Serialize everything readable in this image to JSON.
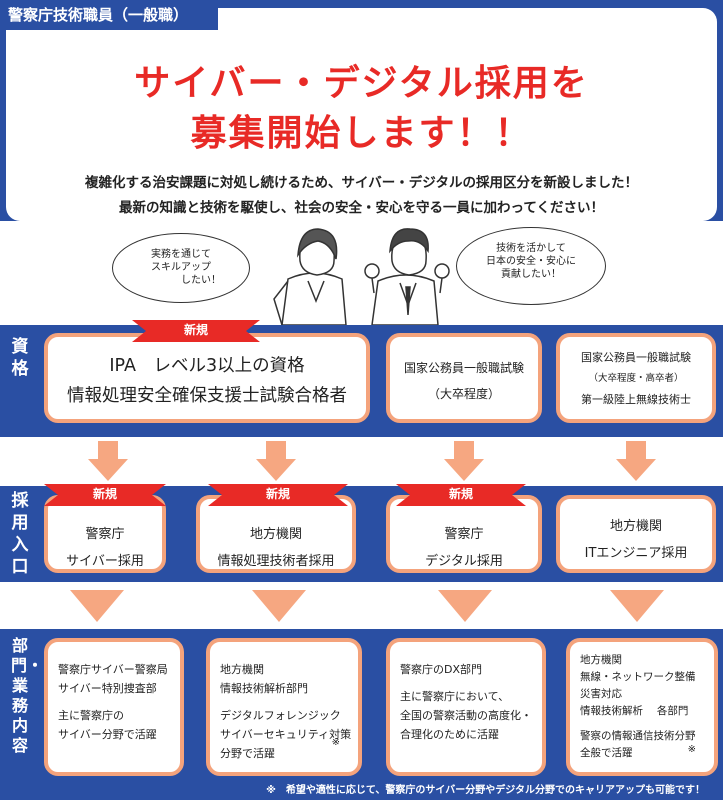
{
  "header": {
    "category_label": "警察庁技術職員（一般職）"
  },
  "hero": {
    "title_line1": "サイバー・デジタル採用を",
    "title_line2": "募集開始します！！",
    "sub_line1": "複雑化する治安課題に対処し続けるため、サイバー・デジタルの採用区分を新設しました！",
    "sub_line2": "最新の知識と技術を駆使し、社会の安全・安心を守る一員に加わってください！",
    "title_color": "#e82a26"
  },
  "bubbles": {
    "left": [
      "実務を通じて",
      "スキルアップ",
      "したい！"
    ],
    "right": [
      "技術を活かして",
      "日本の安全・安心に",
      "貢献したい！"
    ]
  },
  "sections": {
    "qualification": "資格",
    "entry": "採用入口",
    "department": "部門・業務内容"
  },
  "badge_new": "新規",
  "qualifications": [
    {
      "lines": [
        "IPA　レベル3以上の資格",
        "情報処理安全確保支援士試験合格者"
      ]
    },
    {
      "lines": [
        "国家公務員一般職試験",
        "（大卒程度）"
      ]
    },
    {
      "lines": [
        "国家公務員一般職試験",
        "（大卒程度・高卒者）",
        "第一級陸上無線技術士"
      ]
    }
  ],
  "entries": [
    {
      "lines": [
        "警察庁",
        "サイバー採用"
      ]
    },
    {
      "lines": [
        "地方機関",
        "情報処理技術者採用"
      ]
    },
    {
      "lines": [
        "警察庁",
        "デジタル採用"
      ]
    },
    {
      "lines": [
        "地方機関",
        "ITエンジニア採用"
      ]
    }
  ],
  "departments": [
    {
      "lines": [
        "警察庁サイバー警察局",
        "サイバー特別捜査部",
        "",
        "主に警察庁の",
        "サイバー分野で活躍"
      ]
    },
    {
      "lines": [
        "地方機関",
        "情報技術解析部門",
        "",
        "デジタルフォレンジック",
        "サイバーセキュリティ対策",
        "分野で活躍"
      ],
      "mark": "※"
    },
    {
      "lines": [
        "警察庁のDX部門",
        "",
        "主に警察庁において、",
        "全国の警察活動の高度化・",
        "合理化のために活躍"
      ]
    },
    {
      "lines": [
        "地方機関",
        "無線・ネットワーク整備",
        "災害対応",
        "情報技術解析　 各部門",
        "",
        "警察の情報通信技術分野",
        "全般で活躍"
      ],
      "mark": "※"
    }
  ],
  "footnote": "※　希望や適性に応じて、警察庁のサイバー分野やデジタル分野でのキャリアアップも可能です！",
  "colors": {
    "band": "#2a4fa3",
    "accent": "#e82a26",
    "card_border": "#f4a37c",
    "arrow": "#f6a781"
  }
}
